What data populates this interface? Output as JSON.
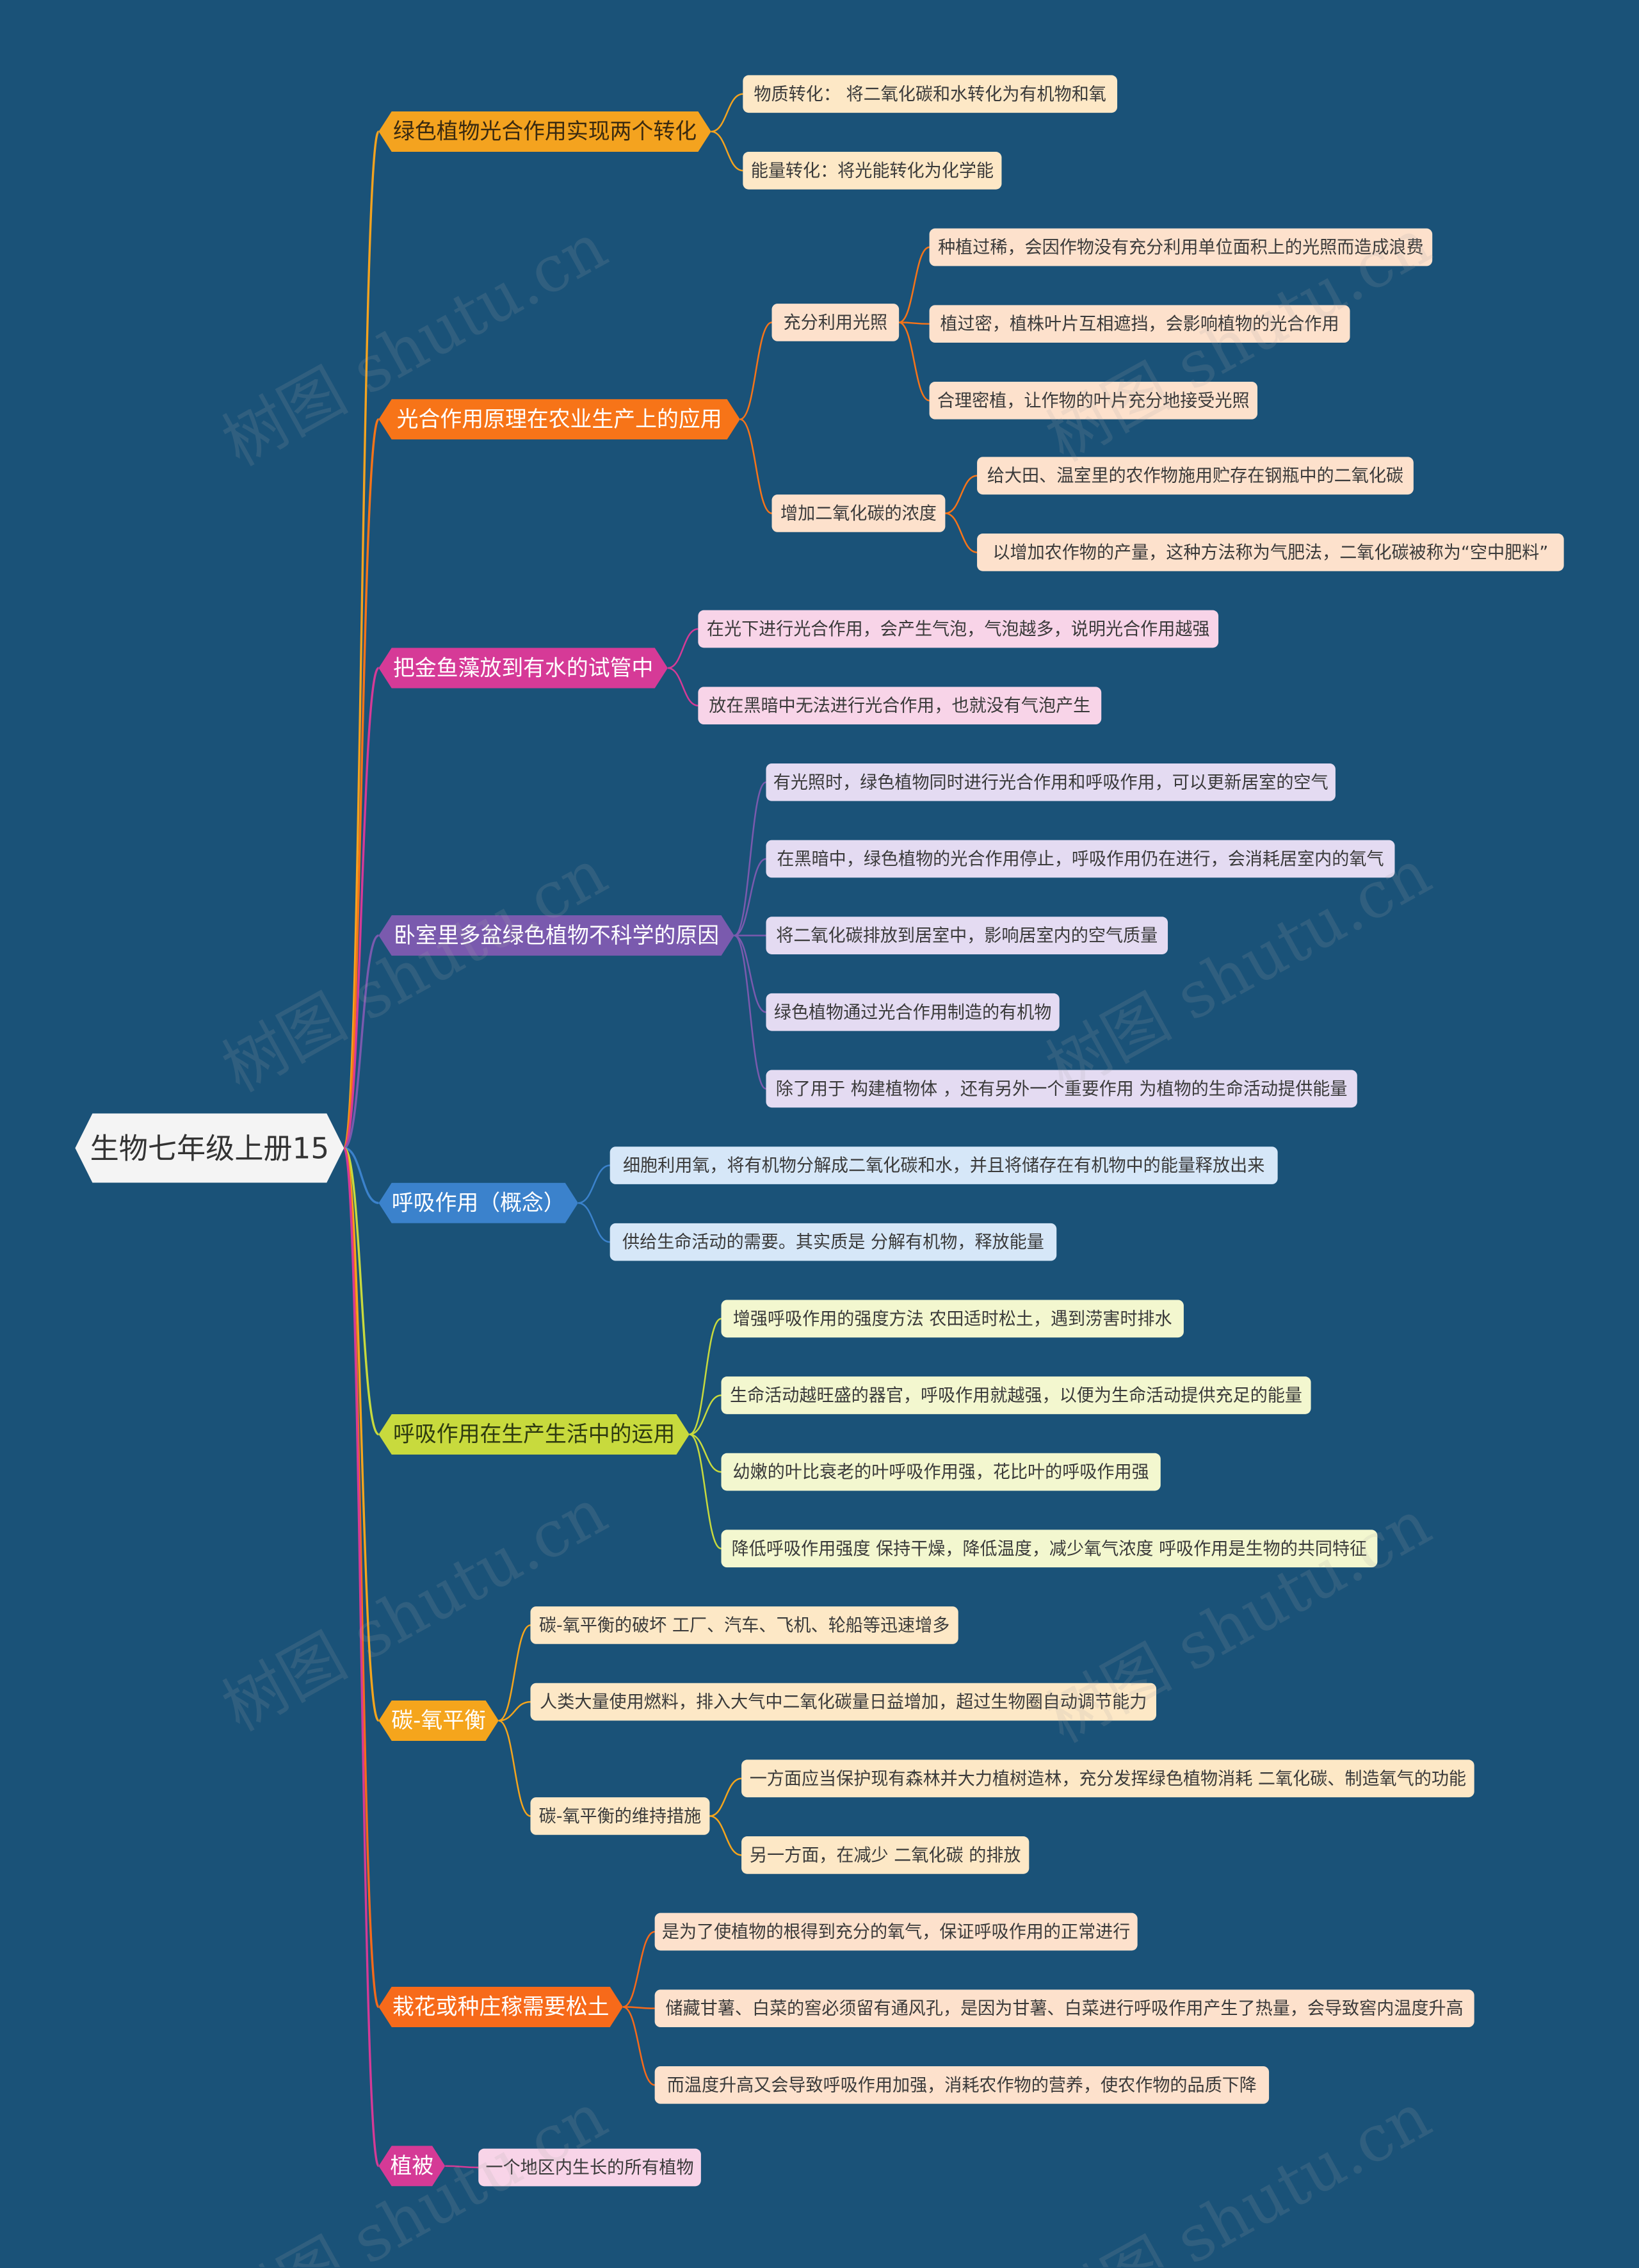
{
  "mindmap": {
    "background": "#1a5278",
    "leaf_text_color": "#3a3a3a",
    "root": {
      "label": "生物七年级上册15",
      "fill": "#f4f4f4",
      "text_color": "#333333"
    },
    "branches": [
      {
        "label": "绿色植物光合作用实现两个转化",
        "color": "#f4a31f",
        "text_color": "#3a2a10",
        "leaf_fill": "#fde8c6",
        "children": [
          {
            "label": "物质转化： 将二氧化碳和水转化为有机物和氧"
          },
          {
            "label": "能量转化：将光能转化为化学能"
          }
        ]
      },
      {
        "label": "光合作用原理在农业生产上的应用",
        "color": "#f77418",
        "text_color": "#ffffff",
        "leaf_fill": "#fde1cc",
        "children": [
          {
            "label": "充分利用光照",
            "children": [
              {
                "label": "种植过稀，会因作物没有充分利用单位面积上的光照而造成浪费"
              },
              {
                "label": "植过密，植株叶片互相遮挡，会影响植物的光合作用"
              },
              {
                "label": "合理密植，让作物的叶片充分地接受光照"
              }
            ]
          },
          {
            "label": "增加二氧化碳的浓度",
            "children": [
              {
                "label": "给大田、温室里的农作物施用贮存在钢瓶中的二氧化碳"
              },
              {
                "label": "以增加农作物的产量，这种方法称为气肥法，二氧化碳被称为“空中肥料”"
              }
            ]
          }
        ]
      },
      {
        "label": "把金鱼藻放到有水的试管中",
        "color": "#d63a97",
        "text_color": "#ffffff",
        "leaf_fill": "#f8d4e8",
        "children": [
          {
            "label": "在光下进行光合作用，会产生气泡，气泡越多，说明光合作用越强"
          },
          {
            "label": "放在黑暗中无法进行光合作用，也就没有气泡产生"
          }
        ]
      },
      {
        "label": "卧室里多盆绿色植物不科学的原因",
        "color": "#7a5aae",
        "text_color": "#ffffff",
        "leaf_fill": "#e4dbf2",
        "children": [
          {
            "label": "有光照时，绿色植物同时进行光合作用和呼吸作用，可以更新居室的空气"
          },
          {
            "label": "在黑暗中，绿色植物的光合作用停止，呼吸作用仍在进行，会消耗居室内的氧气"
          },
          {
            "label": "将二氧化碳排放到居室中，影响居室内的空气质量"
          },
          {
            "label": "绿色植物通过光合作用制造的有机物"
          },
          {
            "label": "除了用于 构建植物体 ，还有另外一个重要作用 为植物的生命活动提供能量"
          }
        ]
      },
      {
        "label": "呼吸作用（概念）",
        "color": "#3b82cc",
        "text_color": "#ffffff",
        "leaf_fill": "#d6e7f8",
        "children": [
          {
            "label": "细胞利用氧，将有机物分解成二氧化碳和水，并且将储存在有机物中的能量释放出来"
          },
          {
            "label": "供给生命活动的需要。其实质是 分解有机物，释放能量"
          }
        ]
      },
      {
        "label": "呼吸作用在生产生活中的运用",
        "color": "#c8da3d",
        "text_color": "#2e3a10",
        "leaf_fill": "#f3f7cf",
        "children": [
          {
            "label": "增强呼吸作用的强度方法 农田适时松土，遇到涝害时排水"
          },
          {
            "label": "生命活动越旺盛的器官，呼吸作用就越强，以便为生命活动提供充足的能量"
          },
          {
            "label": "幼嫩的叶比衰老的叶呼吸作用强，花比叶的呼吸作用强"
          },
          {
            "label": "降低呼吸作用强度 保持干燥，降低温度，减少氧气浓度 呼吸作用是生物的共同特征"
          }
        ]
      },
      {
        "label": "碳-氧平衡",
        "color": "#f5a51c",
        "text_color": "#ffffff",
        "leaf_fill": "#fde8c6",
        "children": [
          {
            "label": "碳-氧平衡的破坏 工厂、汽车、飞机、轮船等迅速增多"
          },
          {
            "label": "人类大量使用燃料，排入大气中二氧化碳量日益增加，超过生物圈自动调节能力"
          },
          {
            "label": "碳-氧平衡的维持措施",
            "children": [
              {
                "label": "一方面应当保护现有森林并大力植树造林，充分发挥绿色植物消耗 二氧化碳、制造氧气的功能"
              },
              {
                "label": "另一方面，在减少 二氧化碳 的排放"
              }
            ]
          }
        ]
      },
      {
        "label": "栽花或种庄稼需要松土",
        "color": "#f76a1a",
        "text_color": "#ffffff",
        "leaf_fill": "#fde1cc",
        "children": [
          {
            "label": "是为了使植物的根得到充分的氧气，保证呼吸作用的正常进行"
          },
          {
            "label": "储藏甘薯、白菜的窖必须留有通风孔，是因为甘薯、白菜进行呼吸作用产生了热量，会导致窖内温度升高"
          },
          {
            "label": "而温度升高又会导致呼吸作用加强，消耗农作物的营养，使农作物的品质下降"
          }
        ]
      },
      {
        "label": "植被",
        "color": "#d53a96",
        "text_color": "#ffffff",
        "leaf_fill": "#f8d4e8",
        "children": [
          {
            "label": "一个地区内生长的所有植物"
          }
        ]
      }
    ]
  },
  "watermark": "树图 shutu.cn"
}
